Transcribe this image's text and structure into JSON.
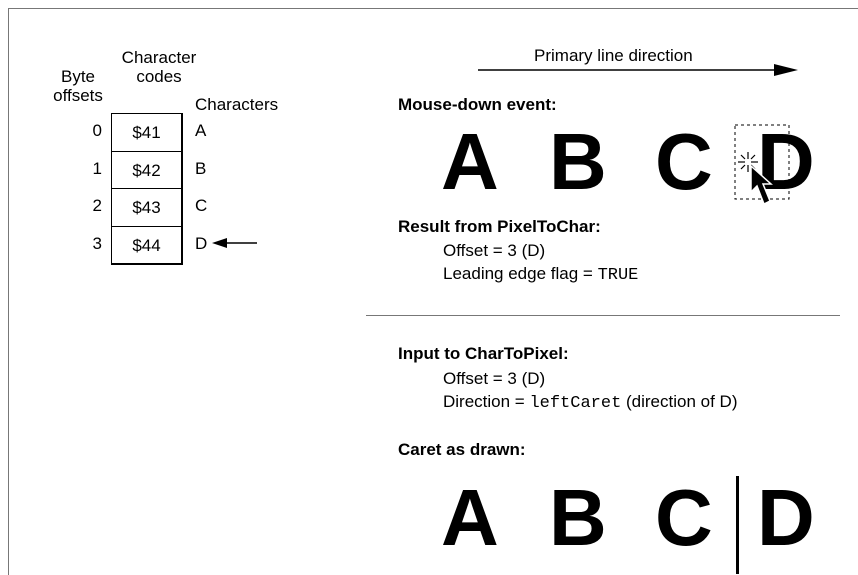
{
  "left": {
    "header_character_codes_line1": "Character",
    "header_character_codes_line2": "codes",
    "header_byte_offsets_line1": "Byte",
    "header_byte_offsets_line2": "offsets",
    "header_characters": "Characters",
    "rows": [
      {
        "offset": "0",
        "code": "$41",
        "char": "A"
      },
      {
        "offset": "1",
        "code": "$42",
        "char": "B"
      },
      {
        "offset": "2",
        "code": "$43",
        "char": "C"
      },
      {
        "offset": "3",
        "code": "$44",
        "char": "D"
      }
    ]
  },
  "right": {
    "primary_direction": "Primary line direction",
    "mouse_down_title": "Mouse-down event:",
    "letters": [
      "A",
      "B",
      "C",
      "D"
    ],
    "result_title": "Result from PixelToChar:",
    "result_offset": "Offset = 3 (D)",
    "result_leading_label": "Leading edge flag = ",
    "result_leading_value": "TRUE",
    "input_title": "Input to CharToPixel:",
    "input_offset": "Offset = 3 (D)",
    "input_direction_label": "Direction = ",
    "input_direction_value": "leftCaret",
    "input_direction_suffix": " (direction of D)",
    "caret_title": "Caret as drawn:"
  }
}
